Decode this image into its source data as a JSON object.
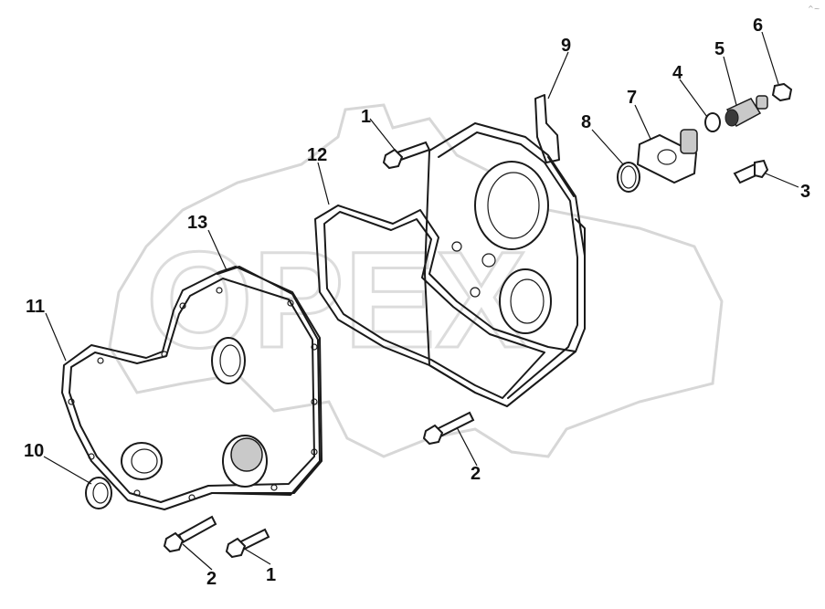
{
  "watermark": {
    "text": "OPEX"
  },
  "corner_mark": "^~",
  "callouts": [
    {
      "id": "c1a",
      "label": "1"
    },
    {
      "id": "c1b",
      "label": "1"
    },
    {
      "id": "c2a",
      "label": "2"
    },
    {
      "id": "c2b",
      "label": "2"
    },
    {
      "id": "c3",
      "label": "3"
    },
    {
      "id": "c4",
      "label": "4"
    },
    {
      "id": "c5",
      "label": "5"
    },
    {
      "id": "c6",
      "label": "6"
    },
    {
      "id": "c7",
      "label": "7"
    },
    {
      "id": "c8",
      "label": "8"
    },
    {
      "id": "c9",
      "label": "9"
    },
    {
      "id": "c10",
      "label": "10"
    },
    {
      "id": "c11",
      "label": "11"
    },
    {
      "id": "c12",
      "label": "12"
    },
    {
      "id": "c13",
      "label": "13"
    }
  ]
}
